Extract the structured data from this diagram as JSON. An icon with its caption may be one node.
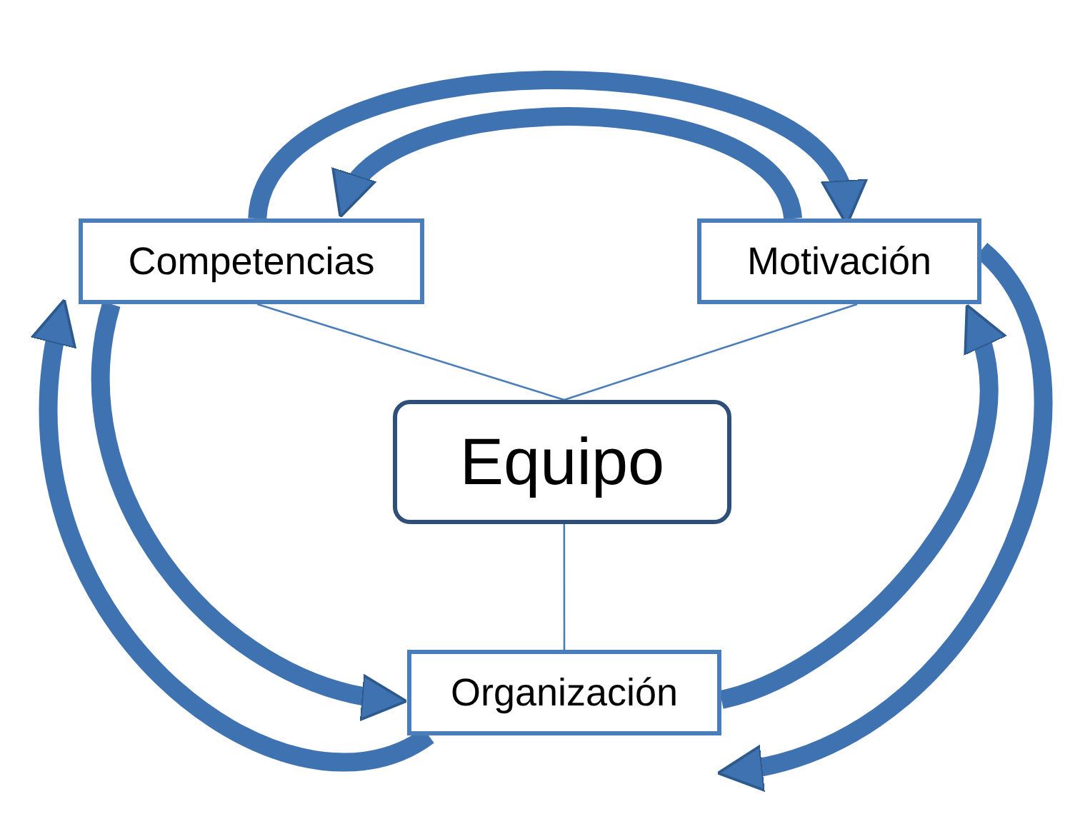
{
  "diagram": {
    "nodes": [
      {
        "text": [
          "Competencias"
        ]
      },
      {
        "text": [
          "Motivación"
        ]
      },
      {
        "text": [
          "Equipo"
        ]
      },
      {
        "text": [
          "Organización"
        ]
      }
    ],
    "edges": [
      {
        "from": 2,
        "to": 0,
        "arrow": "none"
      },
      {
        "from": 2,
        "to": 1,
        "arrow": "none"
      },
      {
        "from": 2,
        "to": 3,
        "arrow": "none"
      },
      {
        "from": 0,
        "to": 1,
        "arrow": "to"
      },
      {
        "from": 1,
        "to": 0,
        "arrow": "to"
      },
      {
        "from": 0,
        "to": 3,
        "arrow": "to"
      },
      {
        "from": 3,
        "to": 0,
        "arrow": "to"
      },
      {
        "from": 3,
        "to": 1,
        "arrow": "to"
      },
      {
        "from": 1,
        "to": 3,
        "arrow": "to"
      }
    ]
  }
}
